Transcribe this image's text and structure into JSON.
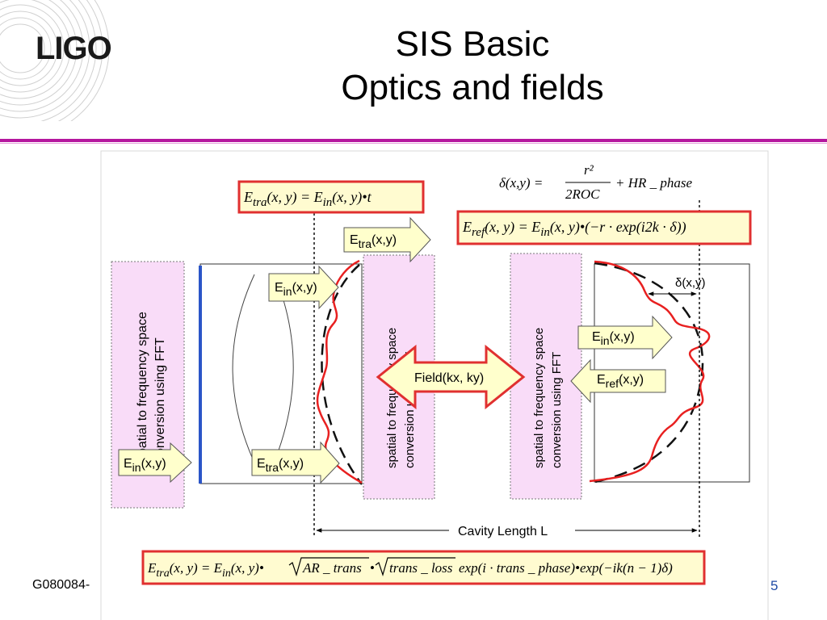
{
  "slide": {
    "title_line1": "SIS Basic",
    "title_line2": "Optics and fields",
    "logo": "LIGO",
    "footer_doc": "G080084-",
    "page_number": "5"
  },
  "figure": {
    "left_fft_label_1": "spatial to frequency space",
    "left_fft_label_2": "conversion  using FFT",
    "mid_fft_label_1": "spatial to frequency space",
    "mid_fft_label_2": "conversion  using FFT",
    "right_fft_label_1": "spatial to frequency space",
    "right_fft_label_2": "conversion  using FFT",
    "field_label": "Field(kx, ky)",
    "cavity_length_label": "Cavity Length L",
    "delta_label": "δ(x,y)",
    "arrows": {
      "e_in_left_E": "E",
      "e_in_left_sub": "in",
      "e_in_left_args": "(x,y)",
      "e_in_mid_E": "E",
      "e_in_mid_sub": "in",
      "e_in_mid_args": "(x,y)",
      "e_tra_bottom_E": "E",
      "e_tra_bottom_sub": "tra",
      "e_tra_bottom_args": "(x,y)",
      "e_tra_top_E": "E",
      "e_tra_top_sub": "tra",
      "e_tra_top_args": "(x,y)",
      "e_in_right_E": "E",
      "e_in_right_sub": "in",
      "e_in_right_args": "(x,y)",
      "e_ref_right_E": "E",
      "e_ref_right_sub": "ref",
      "e_ref_right_args": "(x,y)"
    },
    "equations": {
      "delta_lhs": "δ(x,y) =",
      "delta_num": "r²",
      "delta_den": "2ROC",
      "delta_rhs": "+ HR _ phase",
      "e_tra_E": "E",
      "e_tra_sub": "tra",
      "e_tra_mid": "(x, y) = E",
      "e_tra_sub2": "in",
      "e_tra_rhs": "(x, y)•t",
      "e_ref_E": "E",
      "e_ref_sub": "ref",
      "e_ref_mid": "(x, y) = E",
      "e_ref_sub2": "in",
      "e_ref_rhs": "(x, y)•(−r · exp(i2k · δ))",
      "bottom_E": "E",
      "bottom_sub": "tra",
      "bottom_mid": "(x, y) = E",
      "bottom_sub2": "in",
      "bottom_args": "(x, y)•",
      "bottom_sqrt1": "AR _ trans",
      "bottom_dot": "•",
      "bottom_sqrt2": "trans _ loss",
      "bottom_rhs": "exp(i · trans _ phase)•exp(−ik(n − 1)δ)"
    }
  },
  "colors": {
    "accent_line": "#b5179e",
    "page_number": "#1f4ba5",
    "equation_box_border": "#e03030",
    "equation_box_fill": "#fffbd0",
    "arrow_fill": "#ffffcc",
    "fft_panel_fill": "#f9dcf8",
    "field_arrow_border": "#e03030",
    "curve_red": "#e82020",
    "mirror_blue": "#2b55c8"
  }
}
